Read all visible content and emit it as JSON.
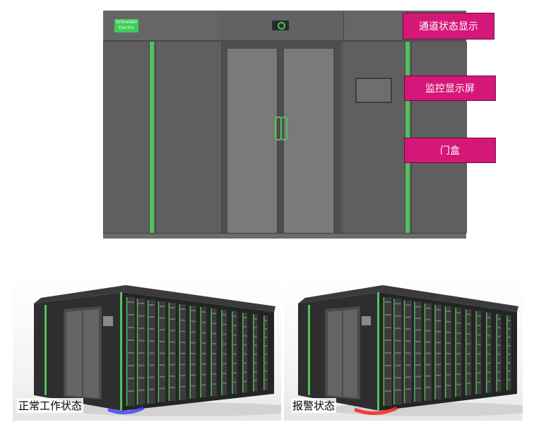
{
  "front_view": {
    "logo_text": "Schneider Electric"
  },
  "callouts": [
    {
      "label": "通道状态显示"
    },
    {
      "label": "监控显示屏"
    },
    {
      "label": "门盒"
    }
  ],
  "renderings": [
    {
      "caption": "正常工作状态",
      "glow_color": "#3a3cff"
    },
    {
      "caption": "报警状态",
      "glow_color": "#ff2020"
    }
  ],
  "colors": {
    "cabinet": "#5b5b5b",
    "status_stripe": "#52c15e",
    "callout_fill": "#d6177a"
  }
}
